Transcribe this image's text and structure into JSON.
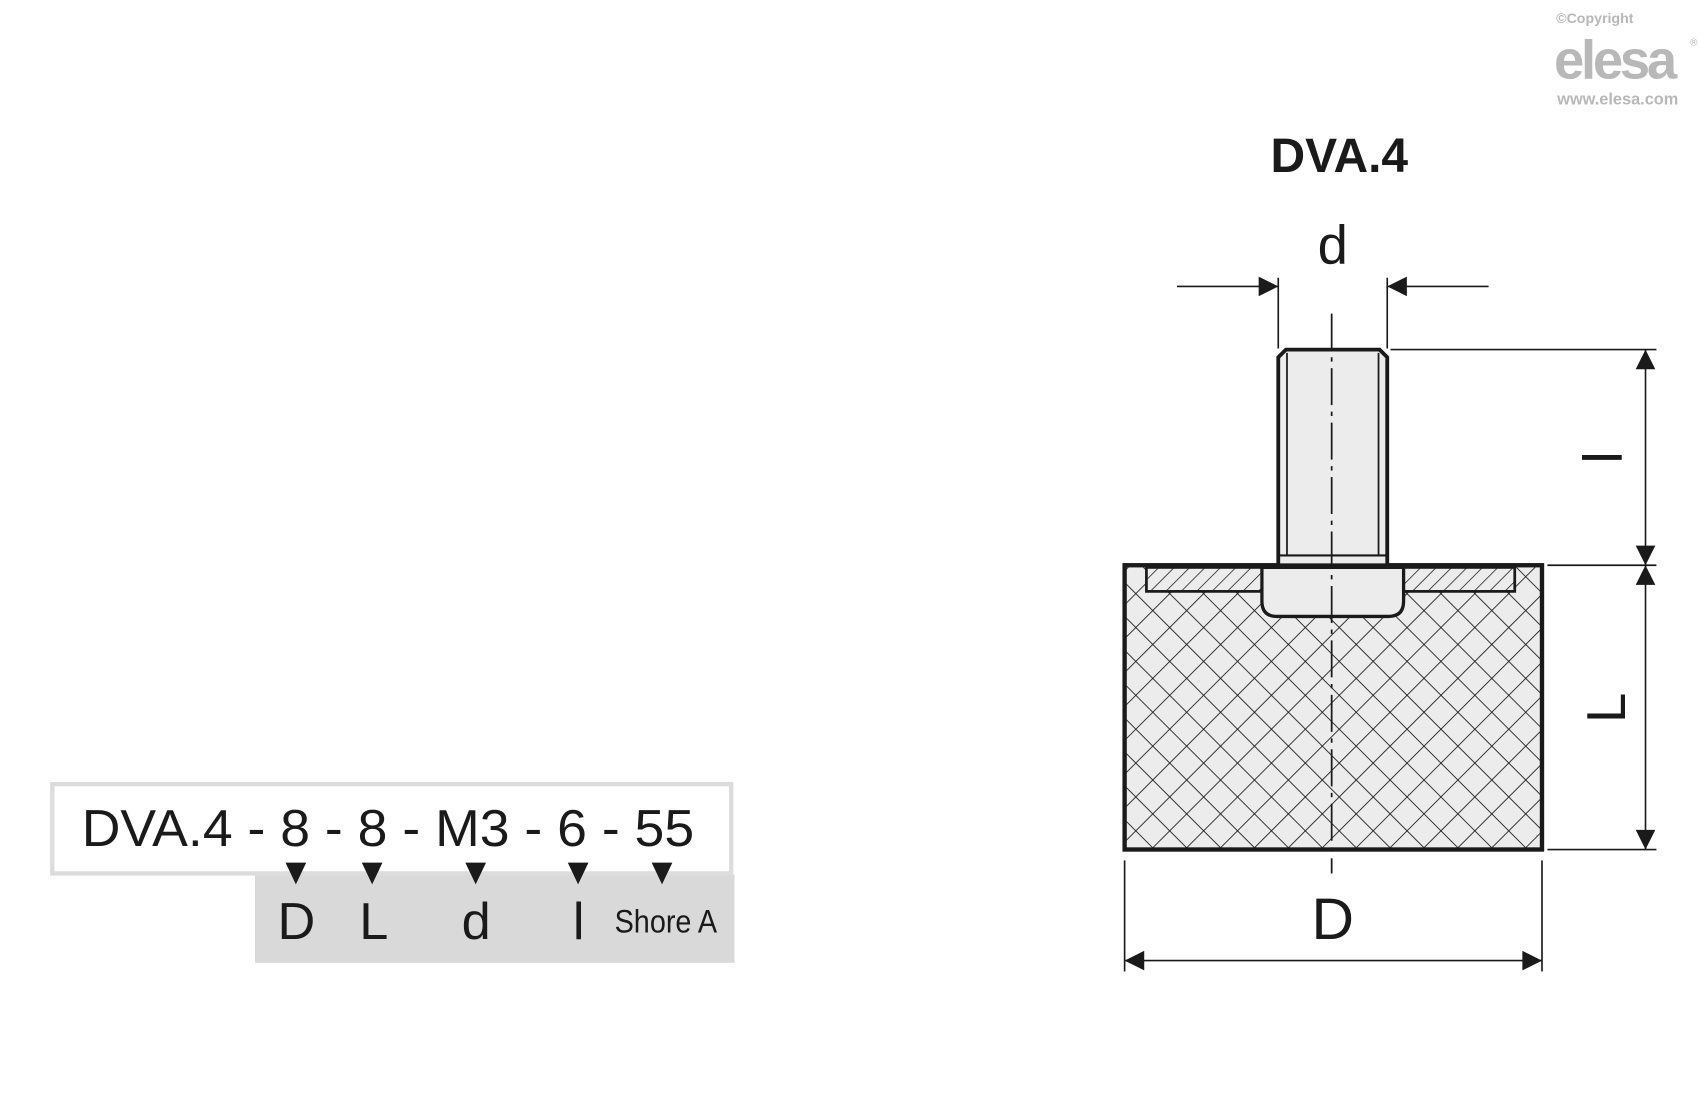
{
  "logo": {
    "copyright": "©Copyright",
    "brand": "elesa",
    "registered": "®",
    "url": "www.elesa.com"
  },
  "drawing": {
    "title": "DVA.4",
    "dimensions": {
      "d": "d",
      "l": "l",
      "L": "L",
      "D": "D"
    }
  },
  "ordering_code": {
    "parts": [
      "DVA.4",
      "-",
      "8",
      "-",
      "8",
      "-",
      "M3",
      "-",
      "6",
      "-",
      "55"
    ],
    "text": "DVA.4 - 8 - 8 - M3 - 6 - 55",
    "labels": [
      "D",
      "L",
      "d",
      "l",
      "Shore A"
    ]
  },
  "colors": {
    "logo_gray": "#b8b8b8",
    "code_gray": "#d9d9d9",
    "ink": "#1a1a1a"
  }
}
